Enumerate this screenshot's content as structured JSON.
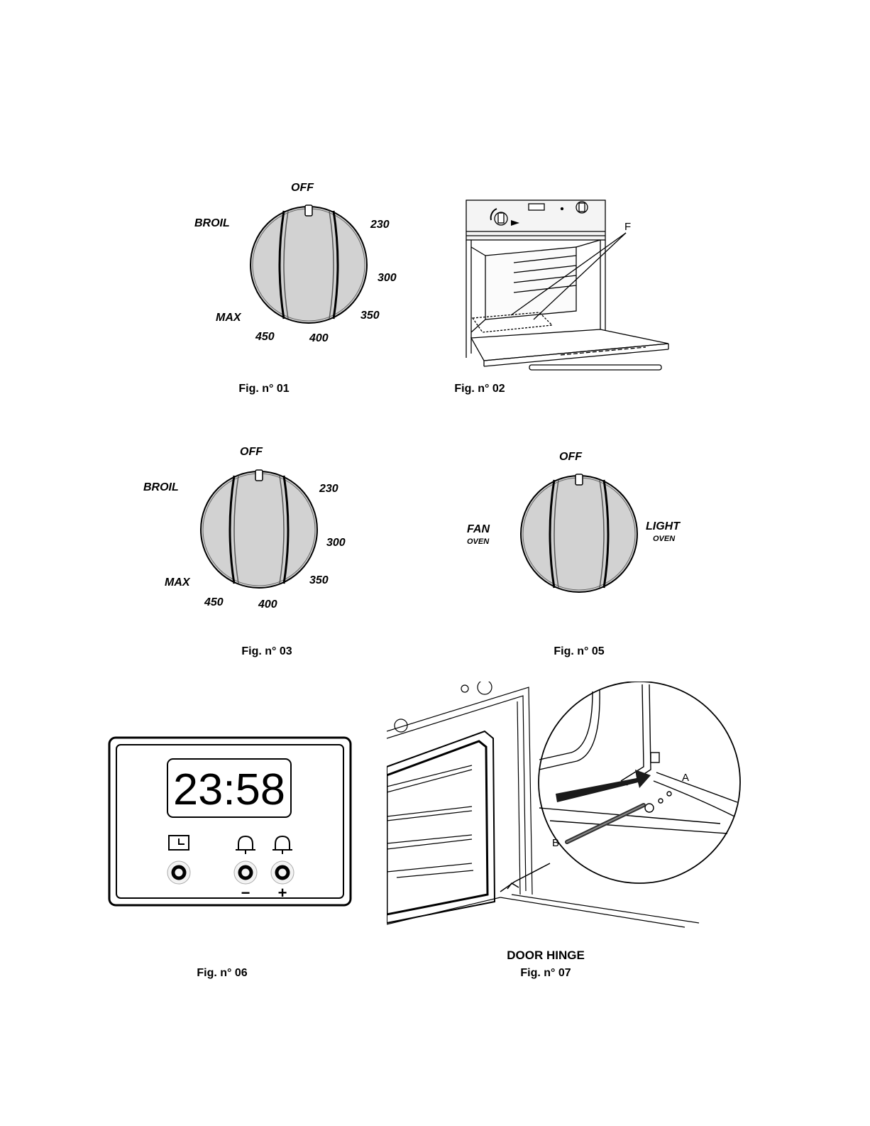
{
  "fig01": {
    "caption": "Fig. n° 01",
    "labels": {
      "off": "OFF",
      "broil": "BROIL",
      "t230": "230",
      "t300": "300",
      "t350": "350",
      "max": "MAX",
      "t450": "450",
      "t400": "400"
    }
  },
  "fig02": {
    "caption": "Fig. n° 02",
    "callout": "F"
  },
  "fig03": {
    "caption": "Fig. n° 03",
    "labels": {
      "off": "OFF",
      "broil": "BROIL",
      "t230": "230",
      "t300": "300",
      "t350": "350",
      "max": "MAX",
      "t450": "450",
      "t400": "400"
    }
  },
  "fig05": {
    "caption": "Fig. n° 05",
    "labels": {
      "off": "OFF",
      "fan": "FAN",
      "fan_sub": "OVEN",
      "light": "LIGHT",
      "light_sub": "OVEN"
    }
  },
  "fig06": {
    "caption": "Fig. n° 06",
    "display": "23:58",
    "minus": "−",
    "plus": "+",
    "icons": [
      "clock-icon",
      "bell-icon",
      "bell-icon"
    ]
  },
  "fig07": {
    "title": "DOOR HINGE",
    "caption": "Fig. n° 07",
    "callout_a": "A",
    "callout_b": "B"
  }
}
